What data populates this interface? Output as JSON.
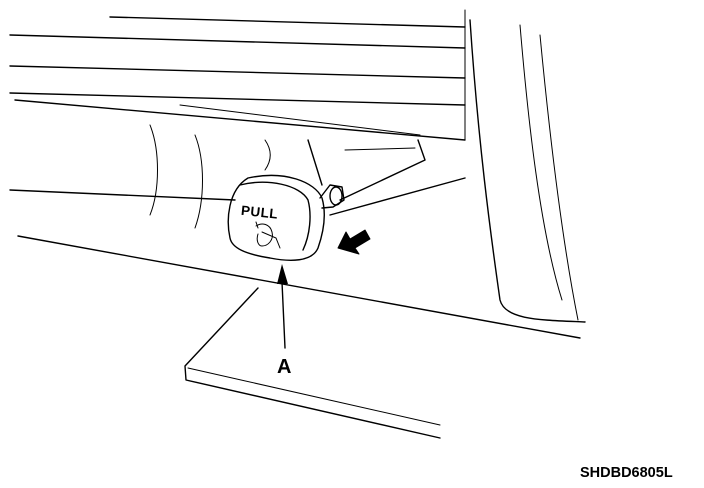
{
  "knob": {
    "text": "PULL"
  },
  "callout": {
    "letter": "A"
  },
  "figure_code": "SHDBD6805L"
}
